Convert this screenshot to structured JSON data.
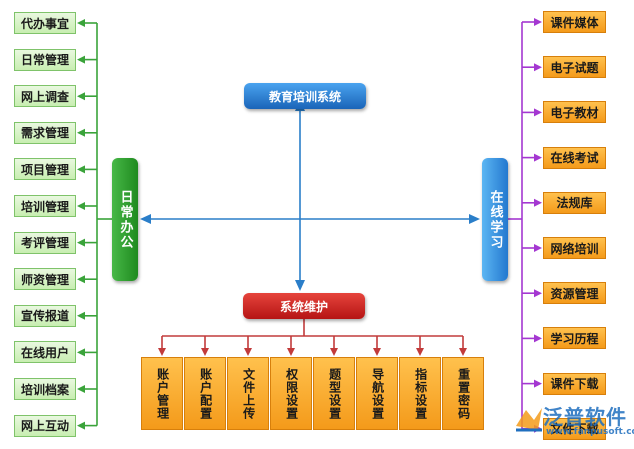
{
  "center": {
    "top_label": "教育培训系统",
    "left_label": "日常办公",
    "right_label": "在线学习",
    "bottom_label": "系统维护"
  },
  "left_items": [
    "代办事宜",
    "日常管理",
    "网上调查",
    "需求管理",
    "项目管理",
    "培训管理",
    "考评管理",
    "师资管理",
    "宣传报道",
    "在线用户",
    "培训档案",
    "网上互动"
  ],
  "right_items": [
    "课件媒体",
    "电子试题",
    "电子教材",
    "在线考试",
    "法规库",
    "网络培训",
    "资源管理",
    "学习历程",
    "课件下载",
    "文件下载"
  ],
  "bottom_items": [
    "账户管理",
    "账户配置",
    "文件上传",
    "权限设置",
    "题型设置",
    "导航设置",
    "指标设置",
    "重置密码"
  ],
  "watermark": {
    "text": "泛普软件",
    "url": "www.fanpusoft.com"
  },
  "colors": {
    "green_line": "#3aa33a",
    "purple_line": "#a437d1",
    "red_line": "#c23b3b",
    "blue_line": "#2a7ec9",
    "center_blue": "#1f73c9",
    "center_green": "#2e9a2e",
    "center_red": "#c91f1f"
  }
}
